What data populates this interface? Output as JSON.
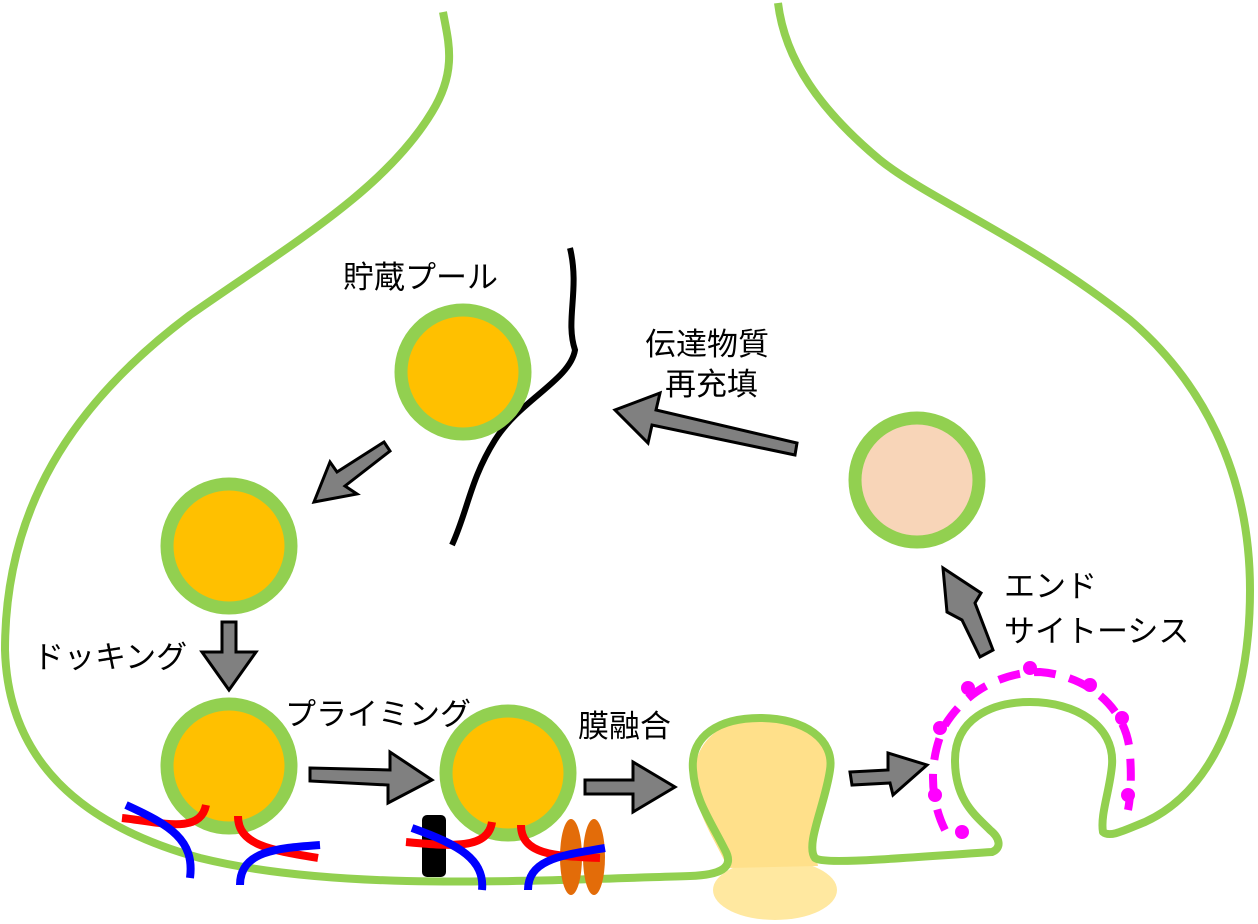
{
  "labels": {
    "reserve_pool": "貯蔵プール",
    "refill_line1": "伝達物質",
    "refill_line2": "再充填",
    "docking": "ドッキング",
    "priming": "プライミング",
    "fusion": "膜融合",
    "endocytosis_line1": "エンド",
    "endocytosis_line2": "サイトーシス"
  },
  "colors": {
    "membrane": "#92d050",
    "vesicle_fill": "#ffc000",
    "recycled_vesicle": "#f8d5b8",
    "fused_content": "#ffe08a",
    "arrow": "#808080",
    "snare_red": "#ff0000",
    "snare_blue": "#0000ff",
    "channel": "#e36c09",
    "clathrin": "#ff00ff"
  }
}
